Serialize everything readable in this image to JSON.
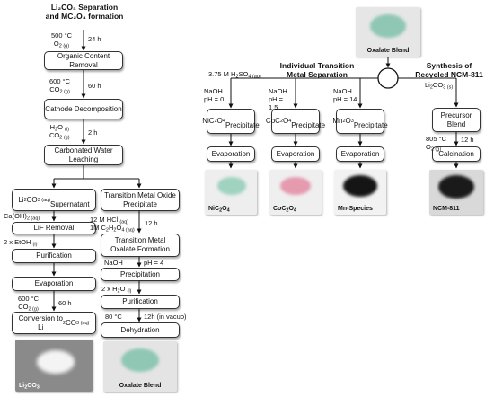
{
  "header": {
    "line1": "Li₂CO₃ Separation",
    "line2": "and MC₂O₄ formation",
    "tm_line1": "Individual Transition",
    "tm_line2": "Metal Separation",
    "syn_line1": "Synthesis of",
    "syn_line2": "Recycled NCM-811"
  },
  "boxes": {
    "organic": "Organic Content Removal",
    "cathode": "Cathode Decomposition",
    "carbonated": "Carbonated Water Leaching",
    "supernatant_html": "Li<sub>2</sub>CO<sub>3 (aq)</sub><br>Supernatant",
    "lif": "LiF Removal",
    "purif_left": "Purification",
    "evap_left": "Evaporation",
    "conversion_html": "Conversion to<br>Li<sub>2</sub>CO<sub>3 (aq)</sub>",
    "tm_oxide": "Transition Metal Oxide Precipitate",
    "tm_oxalate": "Transition Metal Oxalate Formation",
    "precip_mid": "Precipitation",
    "purif_mid": "Purification",
    "dehydration": "Dehydration",
    "nic_html": "NiC<sub>2</sub>O<sub>4</sub><br>Precipitate",
    "coc_html": "CoC<sub>2</sub>O<sub>4</sub><br>Precipitate",
    "mn_html": "Mn<sub>2</sub>O<sub>3</sub><br>Precipitate",
    "evap_1": "Evaporation",
    "evap_2": "Evaporation",
    "evap_3": "Evaporation",
    "precursor": "Precursor Blend",
    "calcination": "Calcination"
  },
  "labels": {
    "c500_html": "500 °C<br>O<sub>2 (g)</sub>",
    "t24": "24 h",
    "c600a_html": "600 °C<br>CO<sub>2 (g)</sub>",
    "t60a": "60 h",
    "h2o_html": "H<sub>2</sub>O <sub>(l)</sub><br>CO<sub>2 (g)</sub>",
    "t2": "2 h",
    "caoh_html": "Ca(OH)<sub>2 (aq)</sub>",
    "etoh_html": "2 x EtOH <sub>(l)</sub>",
    "c600b_html": "600 °C<br>CO<sub>2 (g)</sub>",
    "t60b": "60 h",
    "hcl_html": "12 M HCl <sub>(aq)</sub><br>1M C<sub>2</sub>H<sub>2</sub>O<sub>4 (aq)</sub>",
    "t12a": "12 h",
    "naoh_mid": "NaOH",
    "ph4": "pH = 4",
    "h2o2_html": "2 x H<sub>2</sub>O <sub>(l)</sub>",
    "c80": "80 °C",
    "vac": "12h (in vacuo)",
    "h2so4_html": "3.75 M H<sub>2</sub>SO<sub>4 (aq)</sub>",
    "naoh_ph0": "NaOH pH = 0",
    "naoh_ph15": "NaOH pH = 1.5",
    "naoh_ph14": "NaOH pH = 14",
    "li2co3s_html": "Li<sub>2</sub>CO<sub>3 (s)</sub>",
    "c805_html": "805 °C<br>O<sub>2 (g)</sub>",
    "t12b": "12 h"
  },
  "photos": {
    "oxalate_top": "Oxalate Blend",
    "nic_html": "NiC<sub>2</sub>O<sub>4</sub>",
    "coc_html": "CoC<sub>2</sub>O<sub>4</sub>",
    "mn": "Mn-Species",
    "ncm": "NCM-811",
    "li2co3_html": "Li<sub>2</sub>CO<sub>3</sub>",
    "oxalate_bottom": "Oxalate Blend"
  },
  "colors": {
    "line": "#111111",
    "oxalate_powder": "#8fc7b4",
    "nic_powder": "#9fd3bf",
    "coc_powder": "#e59aae",
    "mn_powder": "#151515",
    "ncm_powder": "#1a1a1a",
    "li_powder": "#f4f4f4"
  }
}
